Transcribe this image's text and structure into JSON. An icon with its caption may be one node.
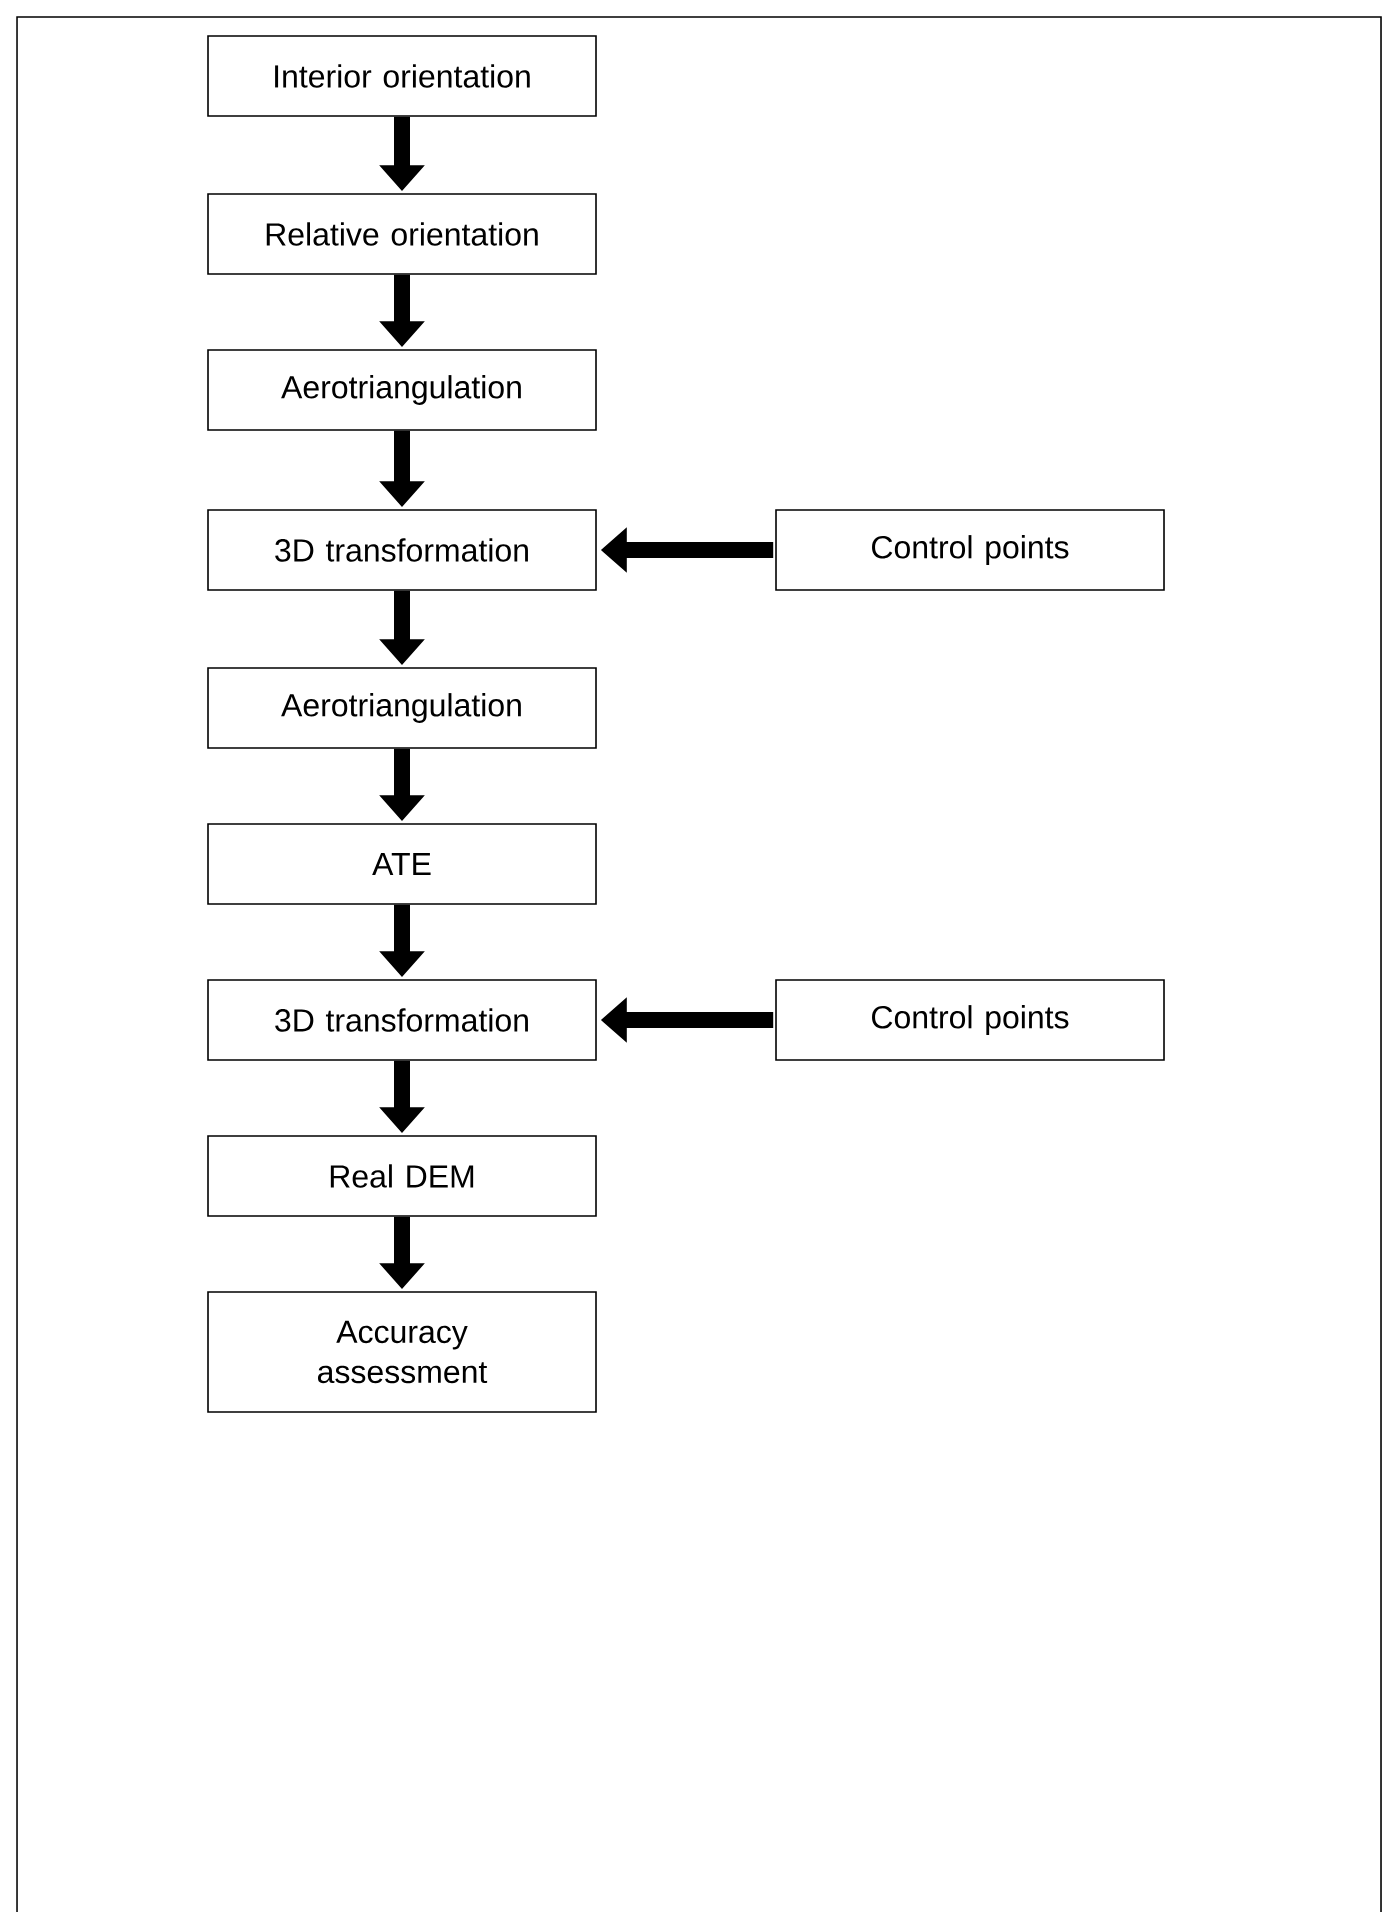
{
  "diagram": {
    "nodes": [
      {
        "text": [
          "Interior orientation"
        ]
      },
      {
        "text": [
          "Relative orientation"
        ]
      },
      {
        "text": [
          "Aerotriangulation"
        ]
      },
      {
        "text": [
          "3D transformation"
        ]
      },
      {
        "text": [
          "Control points"
        ]
      },
      {
        "text": [
          "Aerotriangulation"
        ]
      },
      {
        "text": [
          "ATE"
        ]
      },
      {
        "text": [
          "3D transformation"
        ]
      },
      {
        "text": [
          "Control points"
        ]
      },
      {
        "text": [
          "Real DEM"
        ]
      },
      {
        "text": [
          "Accuracy assessment"
        ]
      }
    ],
    "edges": [
      {
        "from": 0,
        "to": 1,
        "arrow": "to"
      },
      {
        "from": 1,
        "to": 2,
        "arrow": "to"
      },
      {
        "from": 2,
        "to": 3,
        "arrow": "to"
      },
      {
        "from": 4,
        "to": 3,
        "arrow": "to"
      },
      {
        "from": 3,
        "to": 5,
        "arrow": "to"
      },
      {
        "from": 5,
        "to": 6,
        "arrow": "to"
      },
      {
        "from": 6,
        "to": 7,
        "arrow": "to"
      },
      {
        "from": 8,
        "to": 7,
        "arrow": "to"
      },
      {
        "from": 7,
        "to": 9,
        "arrow": "to"
      },
      {
        "from": 9,
        "to": 10,
        "arrow": "to"
      }
    ]
  }
}
